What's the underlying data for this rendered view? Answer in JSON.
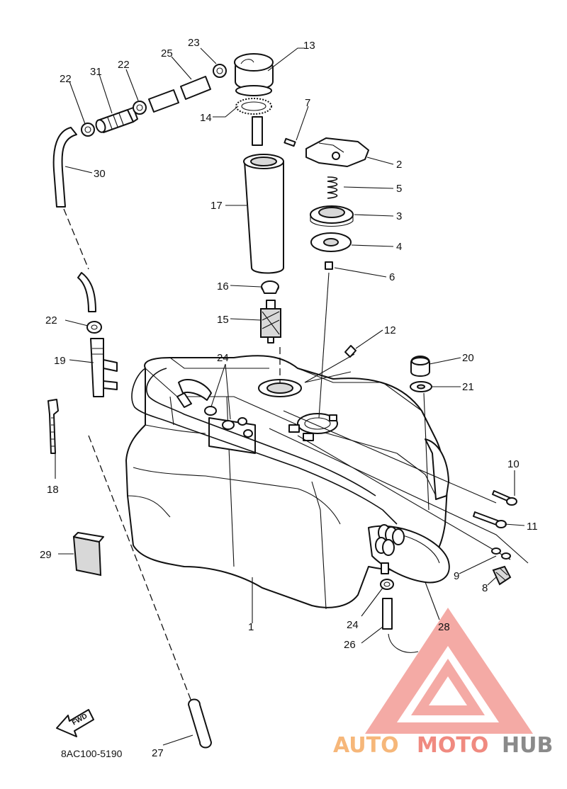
{
  "diagram_code": "8AC100-5190",
  "fwd_label": "FWD",
  "watermark": {
    "part1": "AUTO",
    "part2": "MOTO",
    "part3": "HUB",
    "colors": {
      "auto": "#f6b77a",
      "moto": "#f08a80",
      "hub": "#8a8a8a",
      "logo": "#f29b95"
    }
  },
  "callouts": [
    {
      "id": "c1",
      "label": "1"
    },
    {
      "id": "c2",
      "label": "2"
    },
    {
      "id": "c3",
      "label": "3"
    },
    {
      "id": "c4",
      "label": "4"
    },
    {
      "id": "c5",
      "label": "5"
    },
    {
      "id": "c6",
      "label": "6"
    },
    {
      "id": "c7",
      "label": "7"
    },
    {
      "id": "c8",
      "label": "8"
    },
    {
      "id": "c9",
      "label": "9"
    },
    {
      "id": "c10",
      "label": "10"
    },
    {
      "id": "c11",
      "label": "11"
    },
    {
      "id": "c12",
      "label": "12"
    },
    {
      "id": "c13",
      "label": "13"
    },
    {
      "id": "c14",
      "label": "14"
    },
    {
      "id": "c15",
      "label": "15"
    },
    {
      "id": "c16",
      "label": "16"
    },
    {
      "id": "c17",
      "label": "17"
    },
    {
      "id": "c18",
      "label": "18"
    },
    {
      "id": "c19",
      "label": "19"
    },
    {
      "id": "c20",
      "label": "20"
    },
    {
      "id": "c21",
      "label": "21"
    },
    {
      "id": "c22a",
      "label": "22"
    },
    {
      "id": "c22b",
      "label": "22"
    },
    {
      "id": "c22c",
      "label": "22"
    },
    {
      "id": "c23",
      "label": "23"
    },
    {
      "id": "c24a",
      "label": "24"
    },
    {
      "id": "c24b",
      "label": "24"
    },
    {
      "id": "c25",
      "label": "25"
    },
    {
      "id": "c26",
      "label": "26"
    },
    {
      "id": "c27",
      "label": "27"
    },
    {
      "id": "c28",
      "label": "28"
    },
    {
      "id": "c29",
      "label": "29"
    },
    {
      "id": "c30",
      "label": "30"
    },
    {
      "id": "c31",
      "label": "31"
    }
  ]
}
